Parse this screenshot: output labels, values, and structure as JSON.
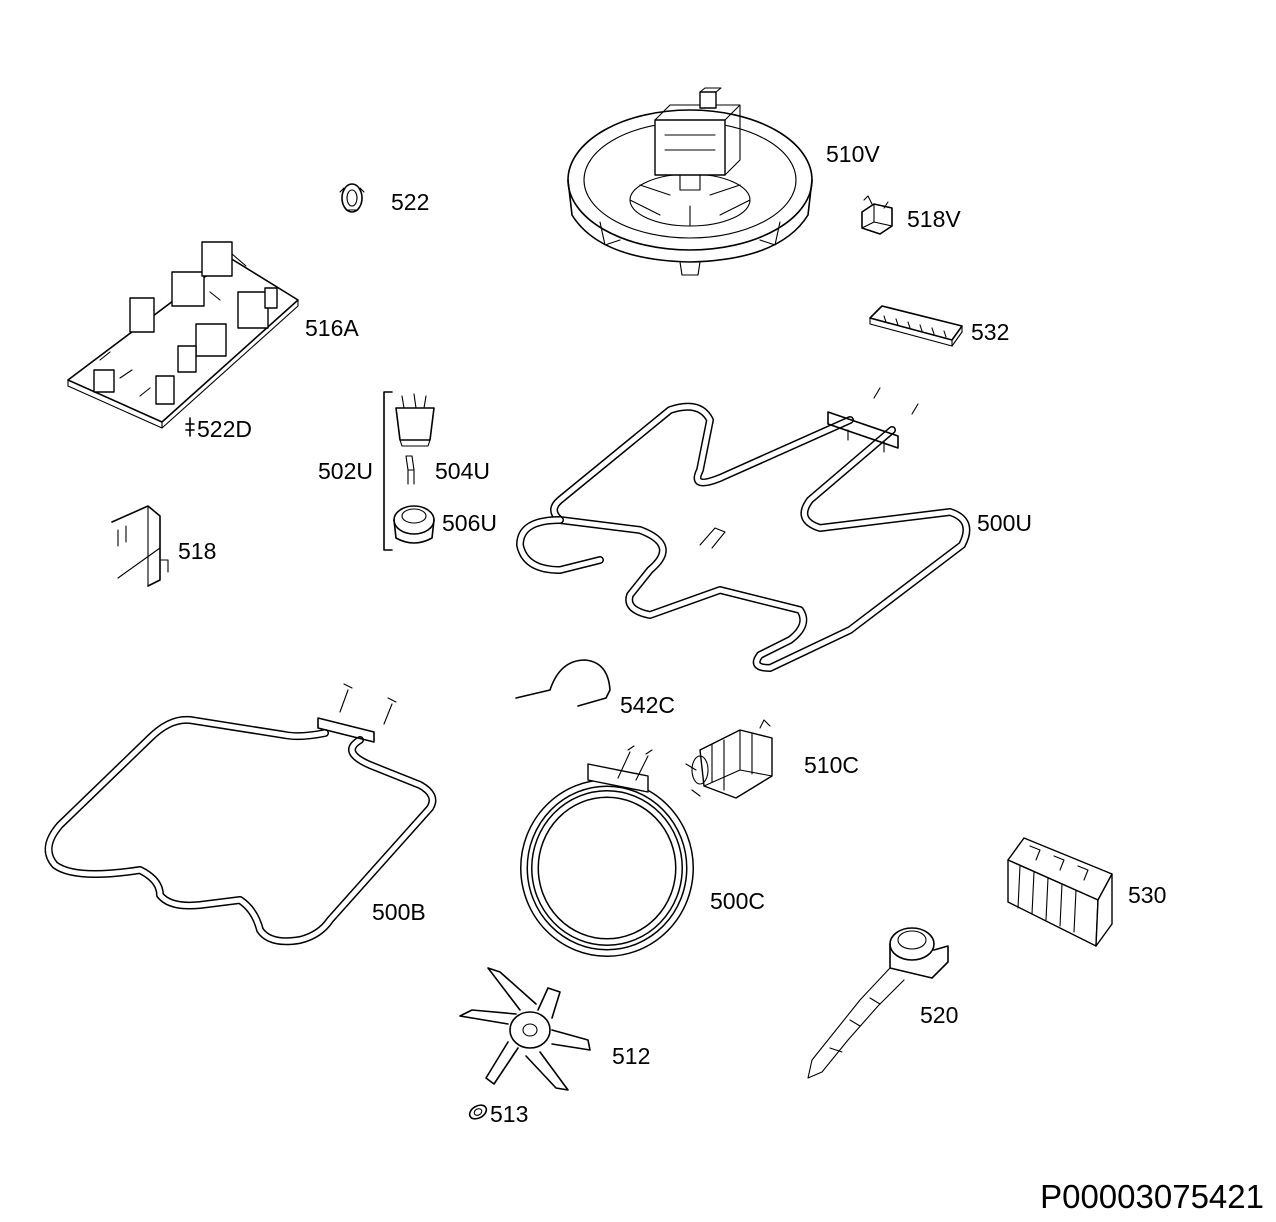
{
  "labels": {
    "p522": "522",
    "p510V": "510V",
    "p518V": "518V",
    "p516A": "516A",
    "p532": "532",
    "p522D": "522D",
    "p502U": "502U",
    "p504U": "504U",
    "p506U": "506U",
    "p500U": "500U",
    "p518": "518",
    "p542C": "542C",
    "p510C": "510C",
    "p500B": "500B",
    "p500C": "500C",
    "p530": "530",
    "p520": "520",
    "p512": "512",
    "p513": "513"
  },
  "drawing_code": "P00003075421"
}
